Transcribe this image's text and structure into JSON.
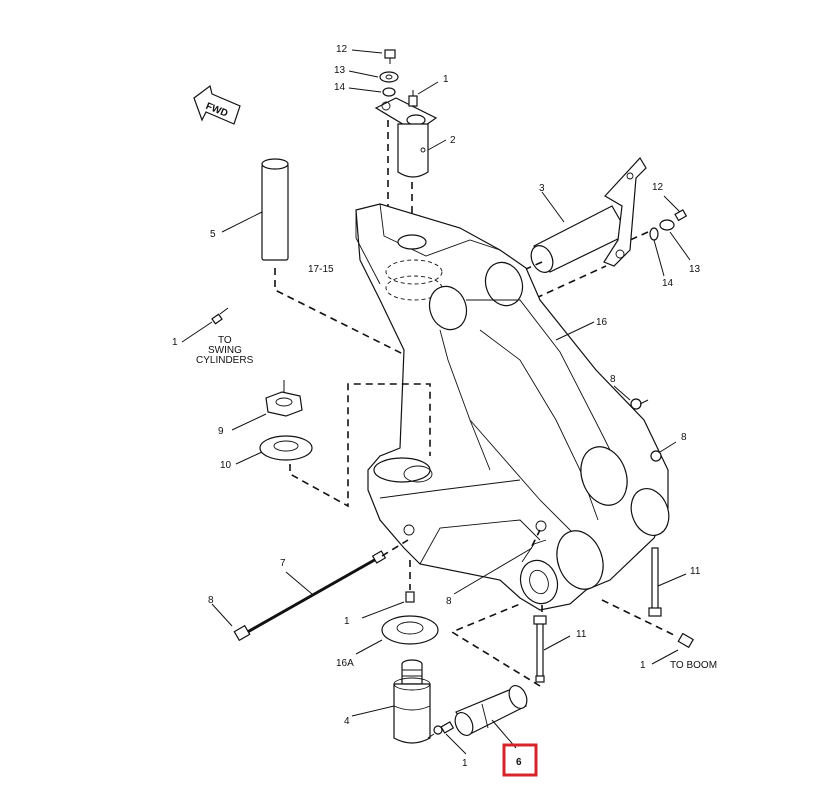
{
  "callouts": {
    "c12a": "12",
    "c13a": "13",
    "c14a": "14",
    "c1a": "1",
    "c2": "2",
    "c3": "3",
    "c12b": "12",
    "c13b": "13",
    "c14b": "14",
    "c5": "5",
    "c17": "17-15",
    "c16": "16",
    "c1b": "1",
    "c8a": "8",
    "c8b": "8",
    "c9": "9",
    "c10": "10",
    "c7": "7",
    "c8c": "8",
    "c8d": "8",
    "c11a": "11",
    "c11b": "11",
    "c1c": "1",
    "c16a": "16A",
    "c4": "4",
    "c1d": "1",
    "c1e": "1",
    "c6": "6"
  },
  "notes": {
    "fwd": "FWD",
    "to_swing_1": "TO",
    "to_swing_2": "SWING",
    "to_swing_3": "CYLINDERS",
    "to_boom": "TO BOOM"
  },
  "highlight": {
    "color": "#d9232a",
    "callout": "6"
  }
}
